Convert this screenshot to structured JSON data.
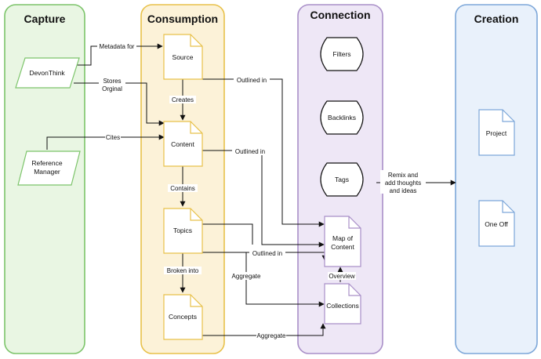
{
  "lanes": {
    "capture": {
      "title": "Capture",
      "color": "#7cc46a",
      "fill": "#e9f6e3"
    },
    "consumption": {
      "title": "Consumption",
      "color": "#e8c14a",
      "fill": "#fcf2d8"
    },
    "connection": {
      "title": "Connection",
      "color": "#a98fc8",
      "fill": "#eee7f6"
    },
    "creation": {
      "title": "Creation",
      "color": "#7da7d9",
      "fill": "#e9f1fb"
    }
  },
  "nodes": {
    "devonthink": "DevonThink",
    "reference_manager": [
      "Reference",
      "Manager"
    ],
    "source": "Source",
    "content": "Content",
    "topics": "Topics",
    "concepts": "Concepts",
    "filters": "Filters",
    "backlinks": "Backlinks",
    "tags": "Tags",
    "map_of_content": [
      "Map of",
      "Content"
    ],
    "collections": "Collections",
    "project": "Project",
    "one_off": "One Off"
  },
  "edges": {
    "metadata_for": "Metadata for",
    "stores_original": [
      "Stores",
      "Orginal"
    ],
    "cites": "Cites",
    "creates": "Creates",
    "contains": "Contains",
    "broken_into": "Broken into",
    "source_outlined_in": "Outlined in",
    "content_outlined_in": "Outlined in",
    "topics_outlined_in": "Outlined in",
    "aggregate_topics": "Aggregate",
    "aggregate_concepts": "Aggregate",
    "overview": "Overview",
    "remix": [
      "Remix and",
      "add thoughts",
      "and ideas"
    ]
  }
}
